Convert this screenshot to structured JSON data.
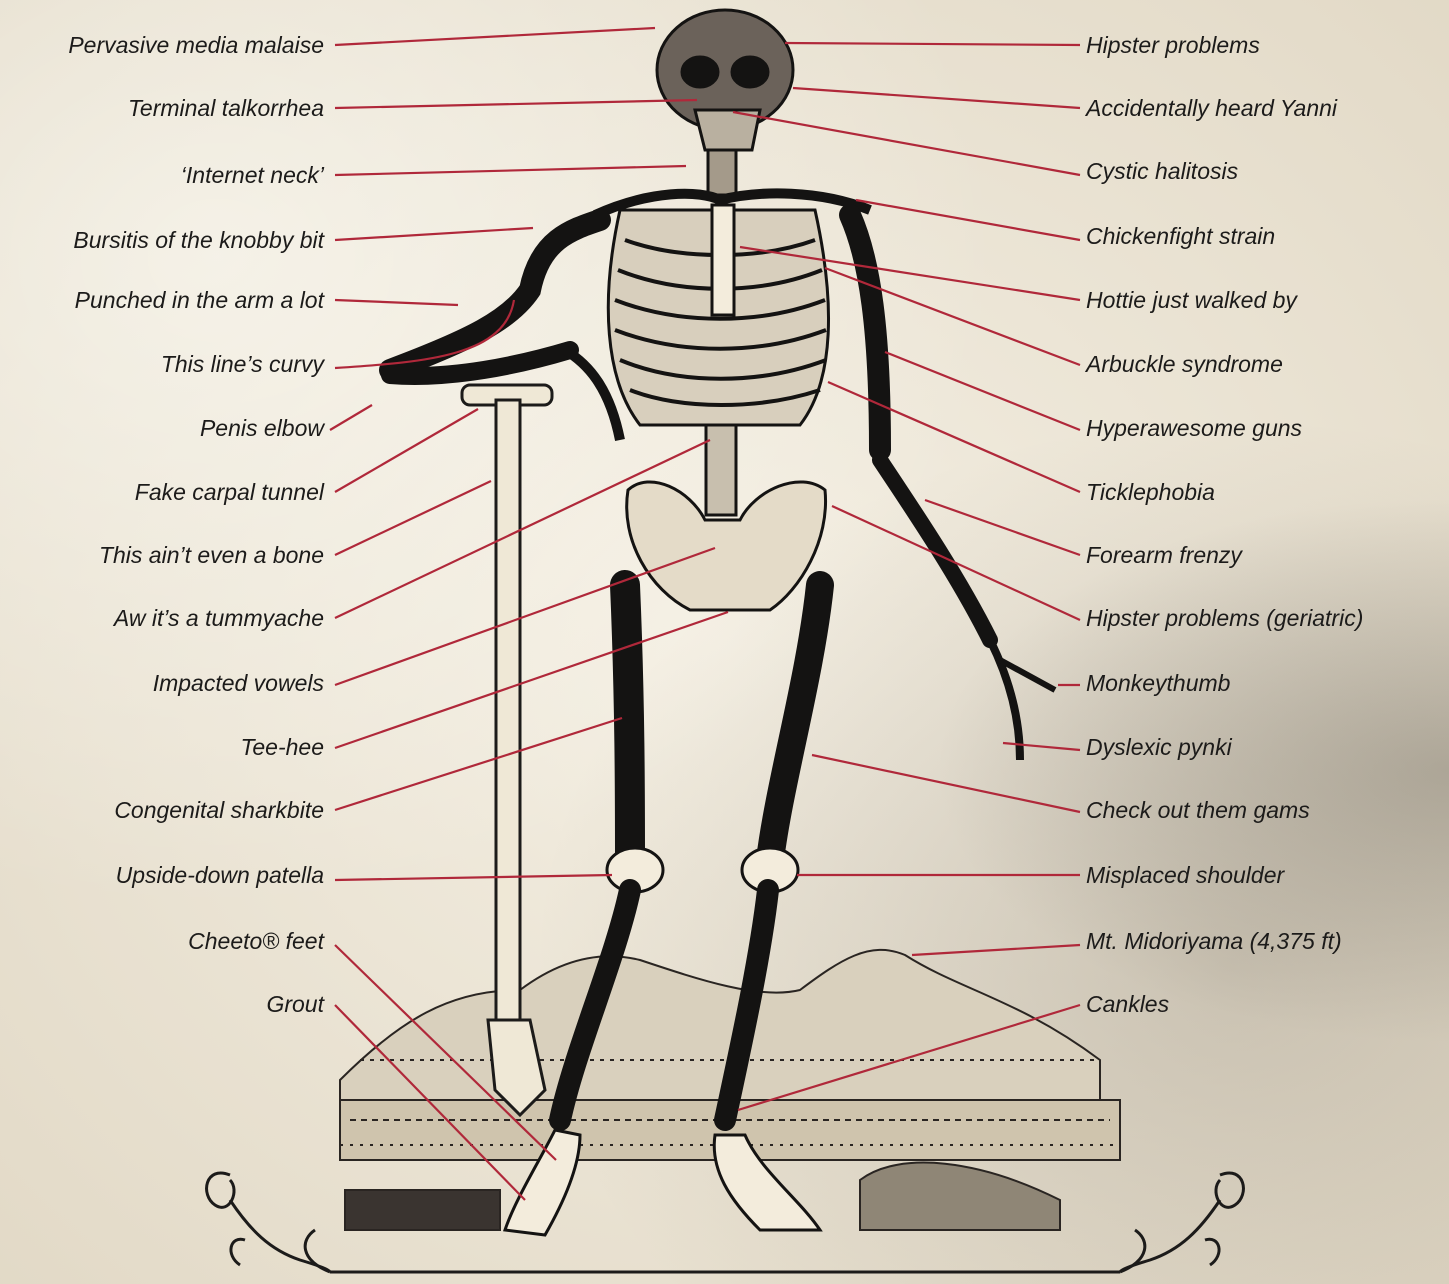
{
  "colors": {
    "leader": "#b0283a",
    "ink": "#1c1b1a",
    "paper": "#ece6d7"
  },
  "labels_left": [
    "Pervasive media malaise",
    "Terminal talkorrhea",
    "‘Internet neck’",
    "Bursitis of the knobby bit",
    "Punched in the arm a lot",
    "This line’s curvy",
    "Penis elbow",
    "Fake carpal tunnel",
    "This ain’t even a bone",
    "Aw it’s a tummyache",
    "Impacted vowels",
    "Tee-hee",
    "Congenital sharkbite",
    "Upside-down patella",
    "Cheeto® feet",
    "Grout"
  ],
  "labels_right": [
    "Hipster problems",
    "Accidentally heard Yanni",
    "Cystic halitosis",
    "Chickenfight strain",
    "Hottie just walked by",
    "Arbuckle syndrome",
    "Hyperawesome guns",
    "Ticklephobia",
    "Forearm frenzy",
    "Hipster problems (geriatric)",
    "Monkeythumb",
    "Dyslexic pynki",
    "Check out them gams",
    "Misplaced shoulder",
    "Mt. Midoriyama (4,375 ft)",
    "Cankles"
  ]
}
